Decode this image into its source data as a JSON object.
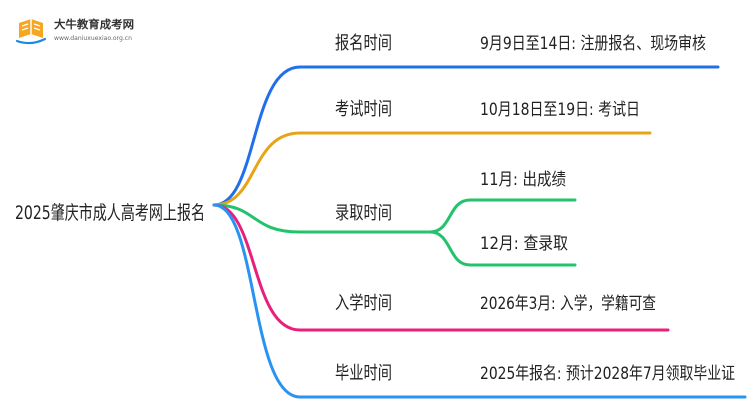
{
  "logo": {
    "name": "大牛教育成考网",
    "url": "www.daniuxuexiao.org.cn",
    "icon": "book-logo-icon"
  },
  "root": {
    "title": "2025肇庆市成人高考网上报名"
  },
  "branches": [
    {
      "label": "报名时间",
      "color": "#2170e8",
      "details": [
        "9月9日至14日: 注册报名、现场审核"
      ]
    },
    {
      "label": "考试时间",
      "color": "#e8a418",
      "details": [
        "10月18日至19日: 考试日"
      ]
    },
    {
      "label": "录取时间",
      "color": "#22c36c",
      "details": [
        "11月: 出成绩",
        "12月: 查录取"
      ]
    },
    {
      "label": "入学时间",
      "color": "#e8207b",
      "details": [
        "2026年3月: 入学，学籍可查"
      ]
    },
    {
      "label": "毕业时间",
      "color": "#2893f2",
      "details": [
        "2025年报名: 预计2028年7月领取毕业证"
      ]
    }
  ]
}
